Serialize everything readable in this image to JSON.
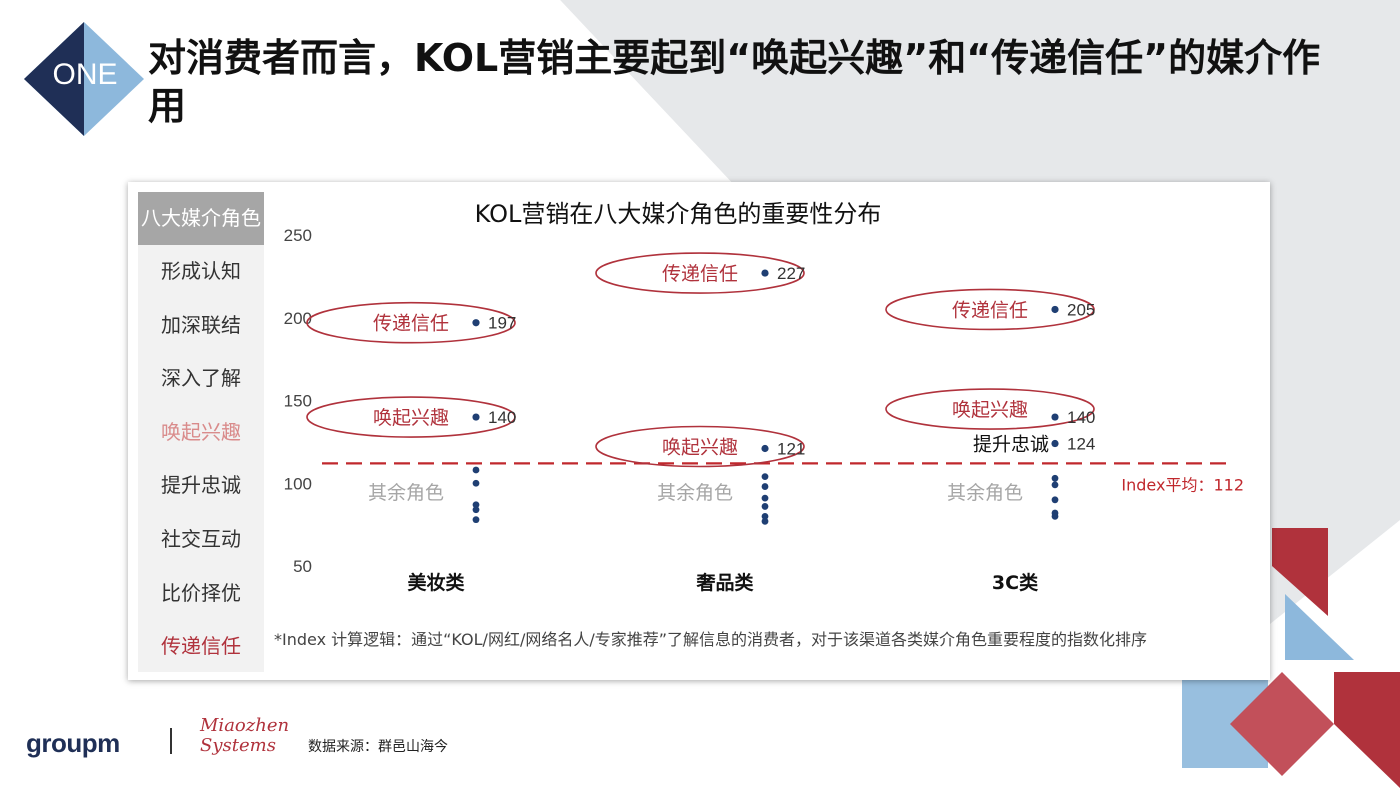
{
  "badge": {
    "text": "ONE"
  },
  "page_title": "对消费者而言，KOL营销主要起到“唤起兴趣”和“传递信任”的媒介作用",
  "sidebar": {
    "header": "八大媒介角色",
    "items": [
      {
        "label": "形成认知",
        "highlight": "none"
      },
      {
        "label": "加深联结",
        "highlight": "none"
      },
      {
        "label": "深入了解",
        "highlight": "none"
      },
      {
        "label": "唤起兴趣",
        "highlight": "light"
      },
      {
        "label": "提升忠诚",
        "highlight": "none"
      },
      {
        "label": "社交互动",
        "highlight": "none"
      },
      {
        "label": "比价择优",
        "highlight": "none"
      },
      {
        "label": "传递信任",
        "highlight": "dark"
      }
    ]
  },
  "chart_data": {
    "type": "scatter",
    "title": "KOL营销在八大媒介角色的重要性分布",
    "categories": [
      "美妆类",
      "奢品类",
      "3C类"
    ],
    "ylim": [
      50,
      250
    ],
    "yticks": [
      50,
      100,
      150,
      200,
      250
    ],
    "reference_line": {
      "value": 112,
      "label": "Index平均：112"
    },
    "points": [
      {
        "category": "美妆类",
        "value": 197,
        "label": "传递信任",
        "value_label": "197",
        "callout": true
      },
      {
        "category": "美妆类",
        "value": 140,
        "label": "唤起兴趣",
        "value_label": "140",
        "callout": true
      },
      {
        "category": "奢品类",
        "value": 227,
        "label": "传递信任",
        "value_label": "227",
        "callout": true
      },
      {
        "category": "奢品类",
        "value": 121,
        "label": "唤起兴趣",
        "value_label": "121",
        "callout": true
      },
      {
        "category": "3C类",
        "value": 205,
        "label": "传递信任",
        "value_label": "205",
        "callout": true
      },
      {
        "category": "3C类",
        "value": 140,
        "label": "唤起兴趣",
        "value_label": "140",
        "callout": true
      },
      {
        "category": "3C类",
        "value": 124,
        "label": "提升忠诚",
        "value_label": "124",
        "callout": false
      }
    ],
    "other_points": [
      {
        "category": "美妆类",
        "values": [
          108,
          100,
          87,
          84,
          78
        ]
      },
      {
        "category": "奢品类",
        "values": [
          104,
          98,
          91,
          86,
          80,
          77
        ]
      },
      {
        "category": "3C类",
        "values": [
          103,
          99,
          90,
          82,
          80
        ]
      }
    ],
    "other_label": "其余角色",
    "colors": {
      "point": "#1f3f73",
      "callout": "#b0323c",
      "ref_line": "#c0282d",
      "other_text": "#a6a6a6"
    }
  },
  "footnote": "*Index 计算逻辑：通过“KOL/网红/网络名人/专家推荐”了解信息的消费者，对于该渠道各类媒介角色重要程度的指数化排序",
  "footer": {
    "logo_groupm": "groupm",
    "logo_mz_line1": "Miaozhen",
    "logo_mz_line2": "Systems",
    "source": "数据来源：群邑山海今"
  }
}
